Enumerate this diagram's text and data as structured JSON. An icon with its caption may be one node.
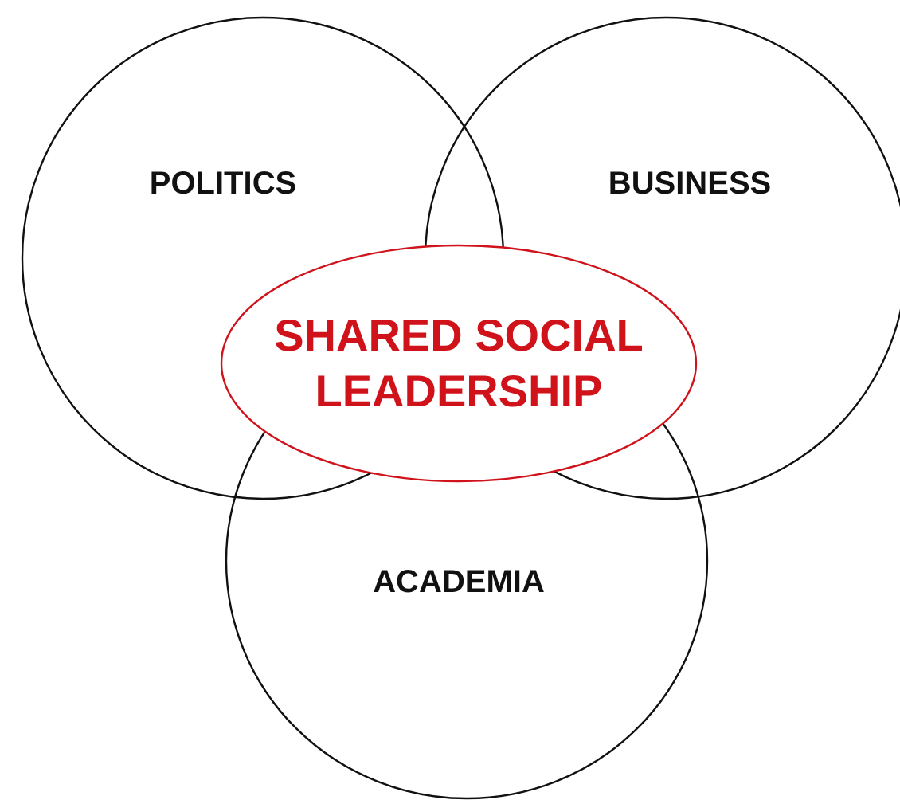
{
  "diagram": {
    "nodes": [
      {
        "text": [
          "POLITICS"
        ]
      },
      {
        "text": [
          "BUSINESS"
        ]
      },
      {
        "text": [
          "ACADEMIA"
        ]
      },
      {
        "text": [
          "SHARED SOCIAL LEADERSHIP"
        ]
      }
    ],
    "edges": []
  }
}
